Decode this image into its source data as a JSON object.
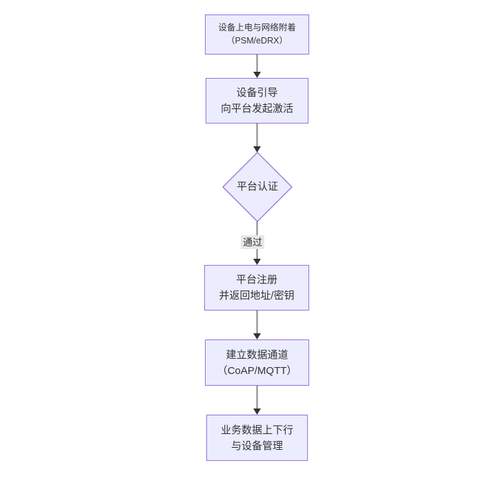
{
  "diagram": {
    "type": "flowchart",
    "direction": "top-down",
    "nodes": [
      {
        "id": "power-on",
        "shape": "rect",
        "lines": [
          "设备上电与网络附着",
          "（PSM/eDRX）"
        ]
      },
      {
        "id": "bootstrap",
        "shape": "rect",
        "lines": [
          "设备引导",
          "向平台发起激活"
        ]
      },
      {
        "id": "platform-auth",
        "shape": "diamond",
        "lines": [
          "平台认证"
        ]
      },
      {
        "id": "platform-register",
        "shape": "rect",
        "lines": [
          "平台注册",
          "并返回地址/密钥"
        ]
      },
      {
        "id": "data-channel",
        "shape": "rect",
        "lines": [
          "建立数据通道",
          "（CoAP/MQTT）"
        ]
      },
      {
        "id": "business-data",
        "shape": "rect",
        "lines": [
          "业务数据上下行",
          "与设备管理"
        ]
      }
    ],
    "edges": [
      {
        "from": "power-on",
        "to": "bootstrap",
        "label": ""
      },
      {
        "from": "bootstrap",
        "to": "platform-auth",
        "label": ""
      },
      {
        "from": "platform-auth",
        "to": "platform-register",
        "label": "通过"
      },
      {
        "from": "platform-register",
        "to": "data-channel",
        "label": ""
      },
      {
        "from": "data-channel",
        "to": "business-data",
        "label": ""
      }
    ],
    "colors": {
      "node_fill": "#ECECFF",
      "node_border": "#9370DB",
      "text": "#333333",
      "edge_line": "#333333",
      "edge_label_bg": "#e8e8e8",
      "background": "#ffffff"
    }
  }
}
